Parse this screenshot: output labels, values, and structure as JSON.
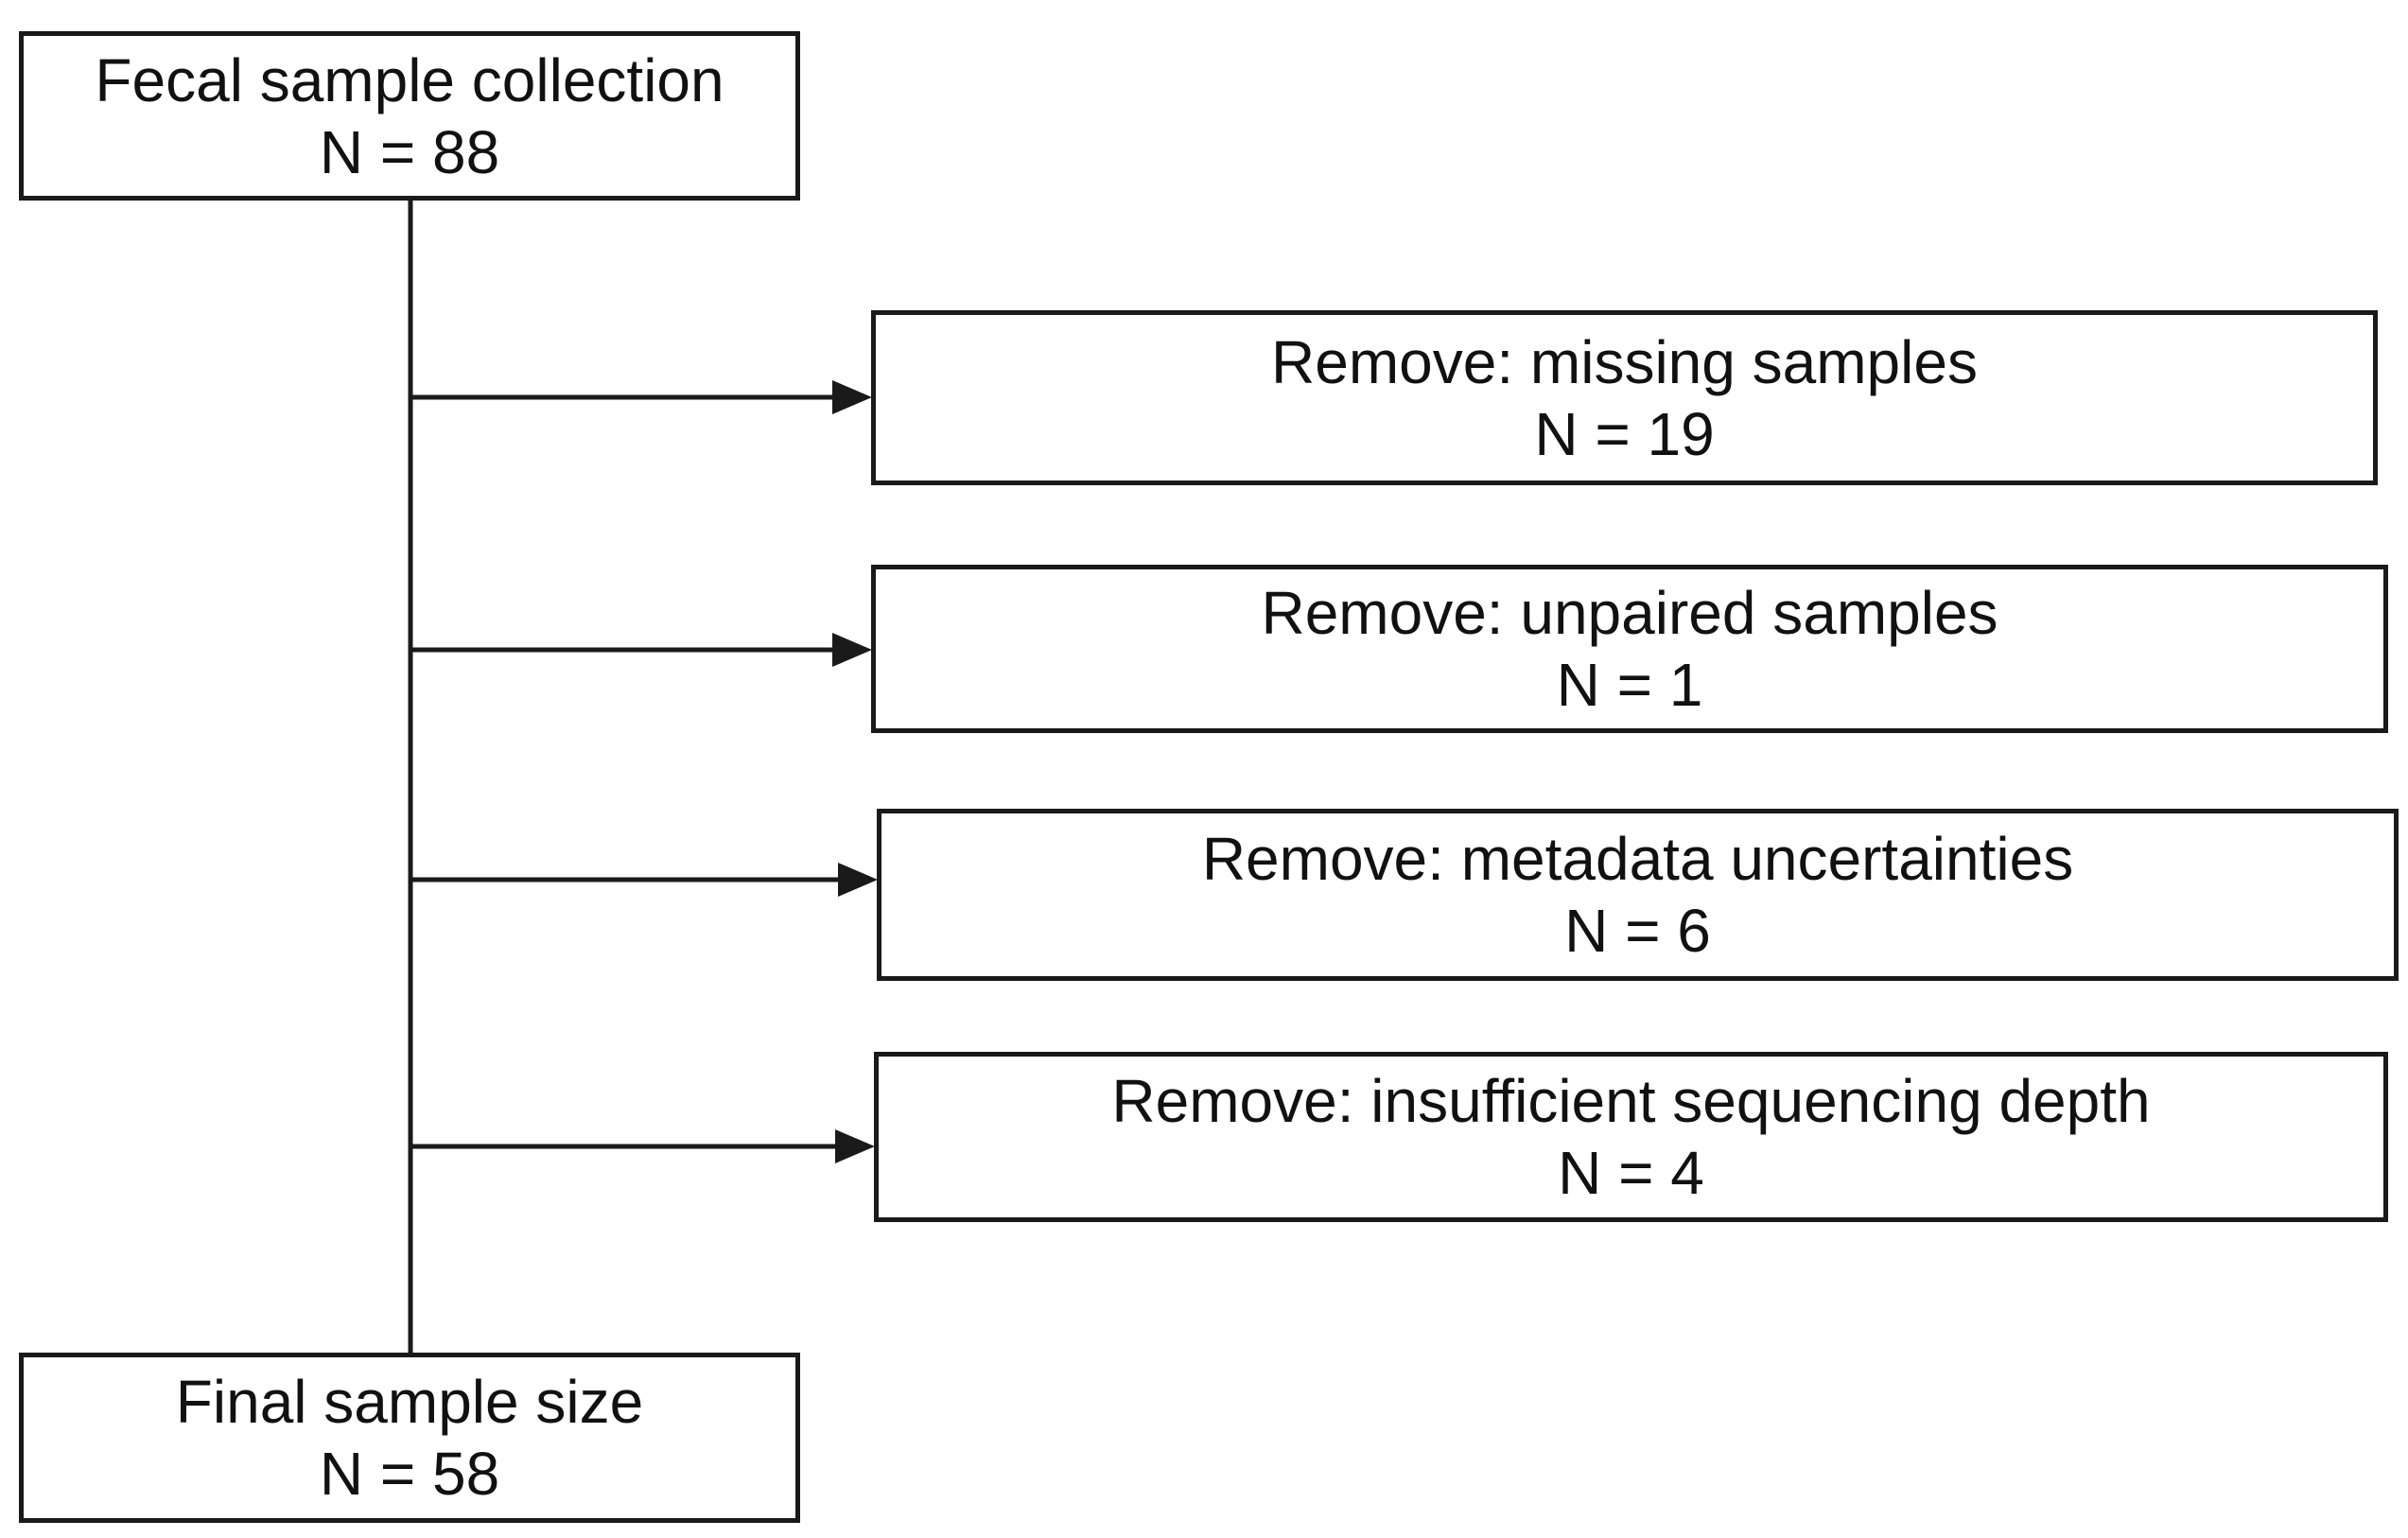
{
  "start": {
    "title": "Fecal sample collection",
    "count": "N = 88"
  },
  "removals": [
    {
      "title": "Remove: missing samples",
      "count": "N = 19"
    },
    {
      "title": "Remove: unpaired samples",
      "count": "N = 1"
    },
    {
      "title": "Remove: metadata uncertainties",
      "count": "N = 6"
    },
    {
      "title": "Remove: insufficient sequencing depth",
      "count": "N = 4"
    }
  ],
  "final": {
    "title": "Final sample size",
    "count": "N = 58"
  },
  "colors": {
    "stroke": "#1a1a1a",
    "background": "#ffffff"
  }
}
